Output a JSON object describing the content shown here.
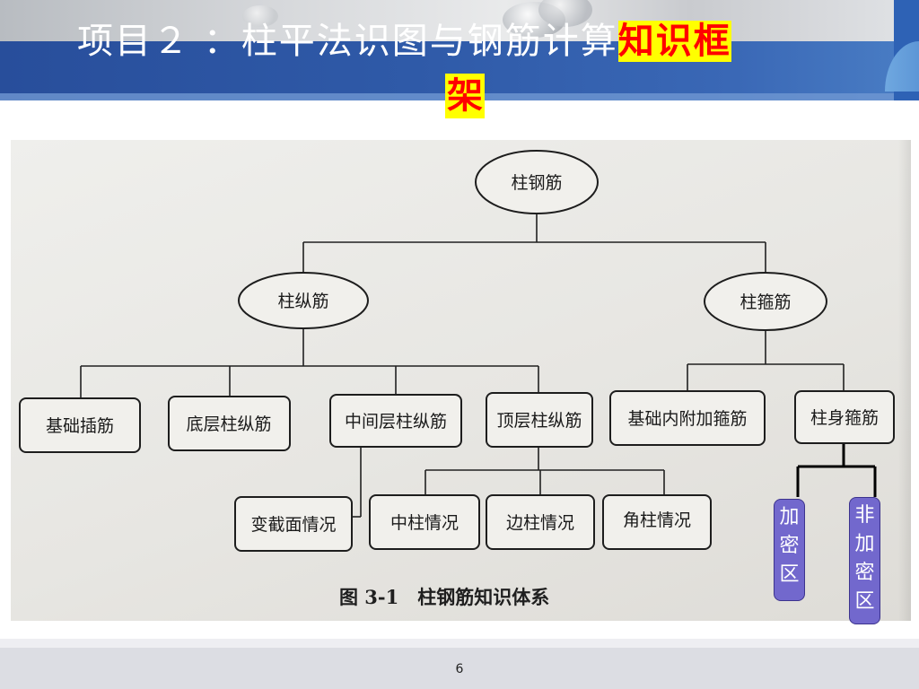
{
  "title": {
    "main": "项目２ ：柱平法识图与钢筋计算",
    "highlight_line1": "知识框",
    "highlight_line2": "架"
  },
  "diagram": {
    "root": "柱钢筋",
    "branch_left": "柱纵筋",
    "branch_right": "柱箍筋",
    "left_children": [
      "基础插筋",
      "底层柱纵筋",
      "中间层柱纵筋",
      "顶层柱纵筋"
    ],
    "right_children": [
      "基础内附加箍筋",
      "柱身箍筋"
    ],
    "sub_middle": "变截面情况",
    "sub_top": [
      "中柱情况",
      "边柱情况",
      "角柱情况"
    ],
    "caption": "图 3-1　柱钢筋知识体系"
  },
  "annotations": {
    "zone1": [
      "加",
      "密",
      "区"
    ],
    "zone2": [
      "非",
      "加",
      "密",
      "区"
    ],
    "fill_color": "#7268cd"
  },
  "footer": {
    "page_number": "6"
  }
}
